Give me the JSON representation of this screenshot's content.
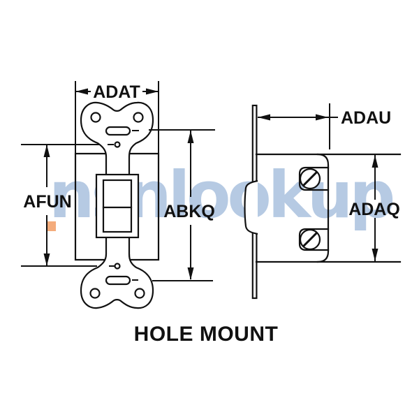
{
  "caption": "HOLE MOUNT",
  "dimensions": {
    "width_top": "ADAT",
    "height_left": "AFUN",
    "height_mid": "ABKQ",
    "depth_top": "ADAU",
    "height_right": "ADAQ"
  },
  "watermark": {
    "text": "nsnlookup",
    "text_color": "#b6cae3",
    "accent_color": "#f4ac7c"
  },
  "colors": {
    "background": "#ffffff",
    "line": "#111111",
    "label": "#111111"
  }
}
